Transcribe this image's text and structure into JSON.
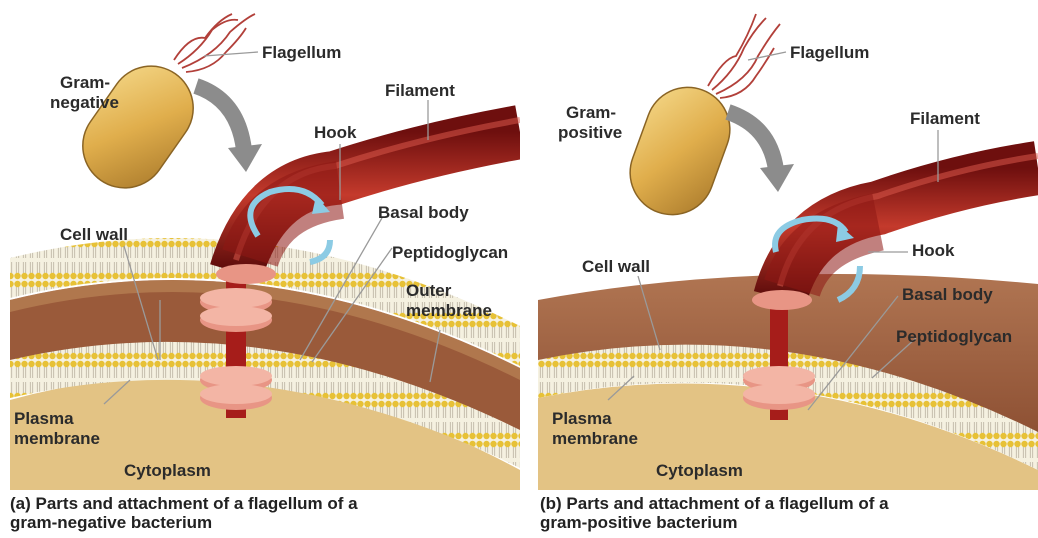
{
  "panel_a": {
    "labels": {
      "flagellum": "Flagellum",
      "gram_line1": "Gram-",
      "gram_line2": "negative",
      "filament": "Filament",
      "hook": "Hook",
      "basal_body": "Basal body",
      "cell_wall": "Cell wall",
      "peptidoglycan": "Peptidoglycan",
      "outer_line1": "Outer",
      "outer_line2": "membrane",
      "plasma_line1": "Plasma",
      "plasma_line2": "membrane",
      "cytoplasm": "Cytoplasm"
    },
    "caption_line1": "(a) Parts and attachment of a flagellum of a",
    "caption_line2": "gram-negative bacterium"
  },
  "panel_b": {
    "labels": {
      "flagellum": "Flagellum",
      "gram_line1": "Gram-",
      "gram_line2": "positive",
      "filament": "Filament",
      "hook": "Hook",
      "basal_body": "Basal body",
      "cell_wall": "Cell wall",
      "peptidoglycan": "Peptidoglycan",
      "plasma_line1": "Plasma",
      "plasma_line2": "membrane",
      "cytoplasm": "Cytoplasm"
    },
    "caption_line1": "(b) Parts and attachment of a flagellum of a",
    "caption_line2": "gram-positive bacterium"
  },
  "colors": {
    "filament": "#a3201c",
    "cell_body": "#e2b04e",
    "cytoplasm": "#e2c283",
    "membrane_head": "#e9c53a",
    "wall_brown": "#9a5a3a",
    "basal_ring": "#e89585",
    "arrow_blue": "#8ccbe4"
  }
}
